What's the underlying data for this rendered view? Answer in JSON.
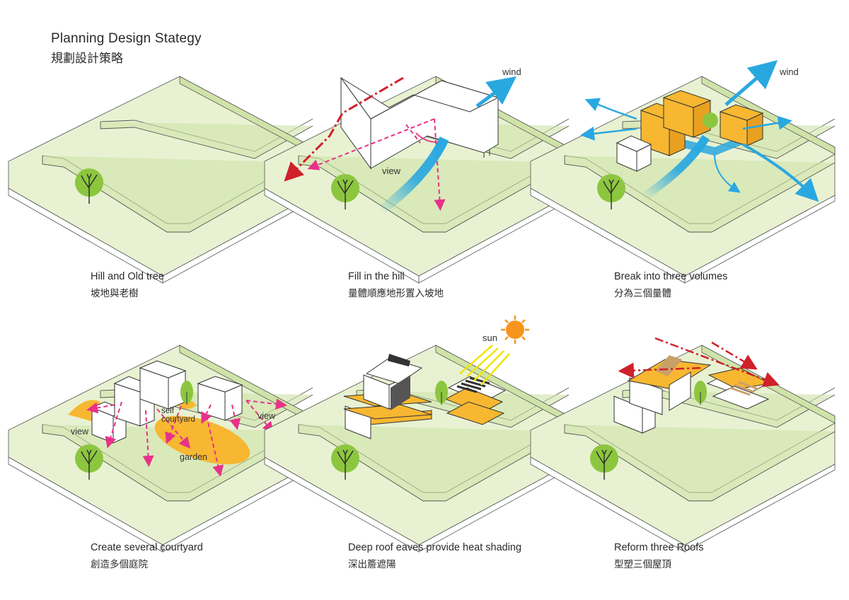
{
  "header": {
    "title_en": "Planning Design Stategy",
    "title_zh": "規劃設計策略"
  },
  "colors": {
    "ground": "#e8f2d2",
    "ground_top": "#e3efcb",
    "terrace_edge": "#cfe3a8",
    "side": "#ffffff",
    "outline": "#555555",
    "tree": "#8cc63f",
    "volume": "#f7b731",
    "wind": "#29a8e0",
    "view": "#e8318a",
    "path": "#d0202a",
    "sun": "#f7941d",
    "sunray": "#f2e400",
    "courtyard": "#f7b731"
  },
  "panels": [
    {
      "caption_en": "Hill and Old tree",
      "caption_zh": "坡地與老樹"
    },
    {
      "caption_en": "Fill in the hill",
      "caption_zh": "量體順應地形置入坡地",
      "label_view": "view",
      "label_wind": "wind"
    },
    {
      "caption_en": "Break into three volumes",
      "caption_zh": "分為三個量體",
      "label_wind": "wind"
    },
    {
      "caption_en": "Create several courtyard",
      "caption_zh": "創造多個庭院",
      "label_view_left": "view",
      "label_view_right": "view",
      "label_self": "self",
      "label_courtyard": "courtyard",
      "label_garden": "garden"
    },
    {
      "caption_en": "Deep roof eaves provide heat shading",
      "caption_zh": "深出簷遮陽",
      "label_sun": "sun"
    },
    {
      "caption_en": "Reform three Roofs",
      "caption_zh": "型塑三個屋頂"
    }
  ]
}
